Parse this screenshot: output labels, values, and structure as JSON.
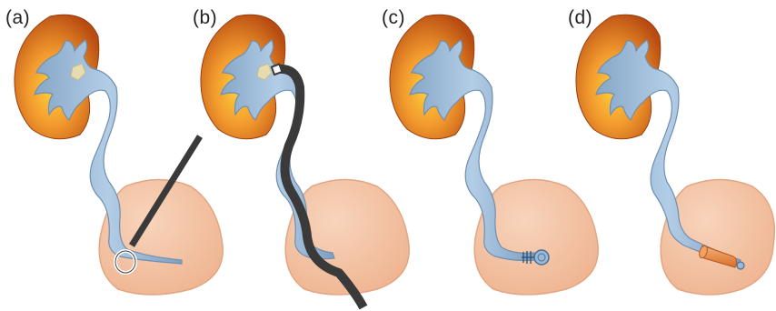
{
  "panels": [
    {
      "label": "(a)",
      "instrument": "scope-and-basket",
      "ureter_state": "stone-in-pelvis"
    },
    {
      "label": "(b)",
      "instrument": "ureteral-sheath",
      "ureter_state": "stone-in-pelvis"
    },
    {
      "label": "(c)",
      "instrument": "none",
      "ureter_state": "sutured-anastomosis"
    },
    {
      "label": "(d)",
      "instrument": "none",
      "ureter_state": "stent-at-orifice"
    }
  ],
  "colors": {
    "kidney_outer": "#c4561a",
    "kidney_inner": "#f29a2e",
    "collecting_system": "#9bb9d6",
    "collecting_outline": "#6f8fb0",
    "bladder": "#f3c3a3",
    "stone": "#e6dcb0",
    "instrument": "#3a3a3a",
    "stent": "#e8863c"
  }
}
